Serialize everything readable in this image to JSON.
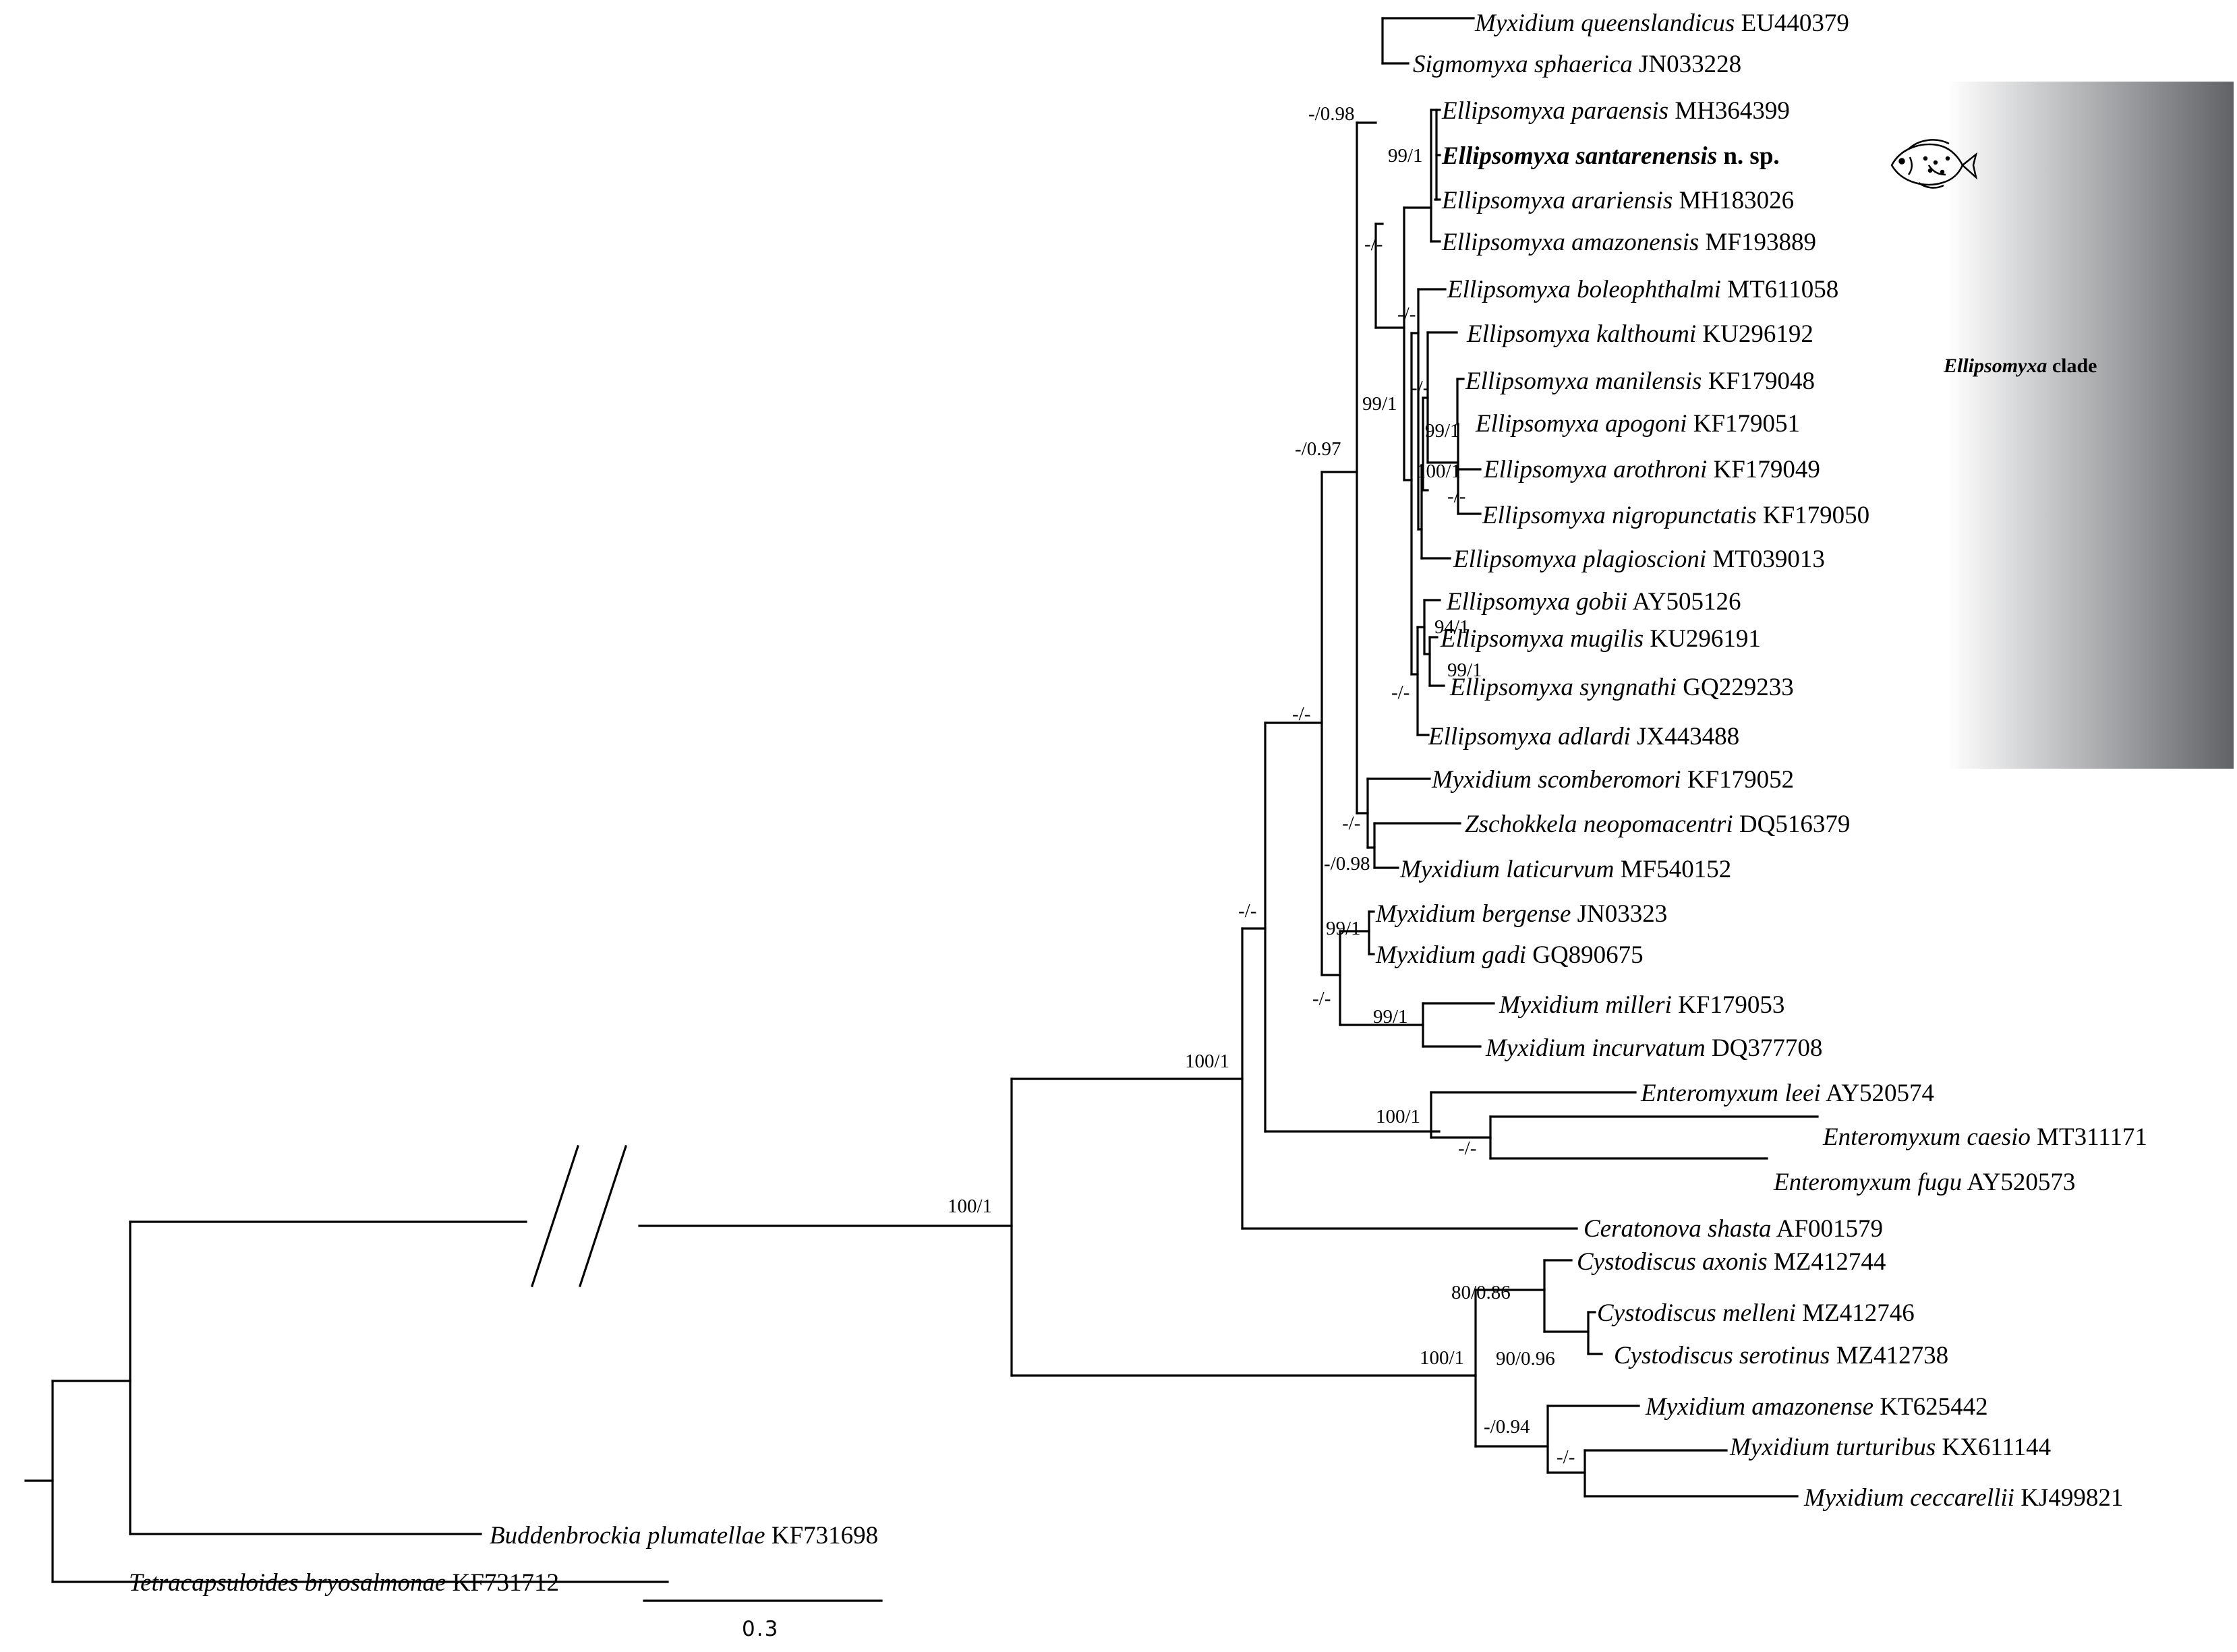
{
  "tree": {
    "taxa": {
      "queensl": {
        "species": "Myxidium queenslandicus",
        "accession": "EU440379"
      },
      "sigmo": {
        "species": "Sigmomyxa sphaerica",
        "accession": "JN033228"
      },
      "paraensis": {
        "species": "Ellipsomyxa paraensis",
        "accession": "MH364399"
      },
      "santarenensis": {
        "species": "Ellipsomyxa santarenensis",
        "accession": "n. sp."
      },
      "arariensis": {
        "species": "Ellipsomyxa arariensis",
        "accession": "MH183026"
      },
      "amazonensis": {
        "species": "Ellipsomyxa amazonensis",
        "accession": "MF193889"
      },
      "boleophthalmi": {
        "species": "Ellipsomyxa boleophthalmi",
        "accession": "MT611058"
      },
      "kalthoumi": {
        "species": "Ellipsomyxa kalthoumi",
        "accession": "KU296192"
      },
      "manilensis": {
        "species": "Ellipsomyxa manilensis",
        "accession": "KF179048"
      },
      "apogoni": {
        "species": "Ellipsomyxa apogoni",
        "accession": "KF179051"
      },
      "arothroni": {
        "species": "Ellipsomyxa arothroni",
        "accession": "KF179049"
      },
      "nigropunctatis": {
        "species": "Ellipsomyxa nigropunctatis",
        "accession": "KF179050"
      },
      "plagioscioni": {
        "species": "Ellipsomyxa plagioscioni",
        "accession": "MT039013"
      },
      "gobii": {
        "species": "Ellipsomyxa gobii",
        "accession": "AY505126"
      },
      "mugilis": {
        "species": "Ellipsomyxa mugilis",
        "accession": "KU296191"
      },
      "syngnathi": {
        "species": "Ellipsomyxa syngnathi",
        "accession": "GQ229233"
      },
      "adlardi": {
        "species": "Ellipsomyxa adlardi",
        "accession": "JX443488"
      },
      "scomberomori": {
        "species": "Myxidium scomberomori",
        "accession": "KF179052"
      },
      "zschokkela": {
        "species": "Zschokkela neopomacentri",
        "accession": "DQ516379"
      },
      "laticurvum": {
        "species": "Myxidium laticurvum",
        "accession": "MF540152"
      },
      "bergense": {
        "species": "Myxidium bergense",
        "accession": "JN03323"
      },
      "gadi": {
        "species": "Myxidium gadi",
        "accession": "GQ890675"
      },
      "milleri": {
        "species": "Myxidium milleri",
        "accession": "KF179053"
      },
      "incurvatum": {
        "species": "Myxidium incurvatum",
        "accession": "DQ377708"
      },
      "leei": {
        "species": "Enteromyxum leei",
        "accession": "AY520574"
      },
      "caesio": {
        "species": "Enteromyxum caesio",
        "accession": "MT311171"
      },
      "fugu": {
        "species": "Enteromyxum fugu",
        "accession": "AY520573"
      },
      "ceratonova": {
        "species": "Ceratonova shasta",
        "accession": "AF001579"
      },
      "axonis": {
        "species": "Cystodiscus axonis",
        "accession": "MZ412744"
      },
      "melleni": {
        "species": "Cystodiscus melleni",
        "accession": "MZ412746"
      },
      "serotinus": {
        "species": "Cystodiscus serotinus",
        "accession": "MZ412738"
      },
      "amazonense": {
        "species": "Myxidium amazonense",
        "accession": "KT625442"
      },
      "turturibus": {
        "species": "Myxidium turturibus",
        "accession": "KX611144"
      },
      "ceccarellii": {
        "species": "Myxidium ceccarellii",
        "accession": "KJ499821"
      },
      "buddenbrockia": {
        "species": "Buddenbrockia plumatellae",
        "accession": "KF731698"
      },
      "tetracapsuloides": {
        "species": "Tetracapsuloides bryosalmonae",
        "accession": "KF731712"
      }
    },
    "support": {
      "s_098_a": "-/0.98",
      "s_99_1_a": "99/1",
      "s_dash_a": "-/-",
      "s_dash_b": "-/-",
      "s_99_1_b": "99/1",
      "s_dash_c": "-/-",
      "s_99_1_c": "99/1",
      "s_100_1_a": "100/1",
      "s_dash_d": "-/-",
      "s_097": "-/0.97",
      "s_94_1": "94/1",
      "s_99_1_d": "99/1",
      "s_dash_e": "-/-",
      "s_dash_f": "-/-",
      "s_dash_g": "-/-",
      "s_098_b": "-/0.98",
      "s_99_1_e": "99/1",
      "s_dash_h": "-/-",
      "s_99_1_f": "99/1",
      "s_dash_i": "-/-",
      "s_100_1_b": "100/1",
      "s_100_1_c": "100/1",
      "s_dash_j": "-/-",
      "s_100_1_d": "100/1",
      "s_80_086": "80/0.86",
      "s_100_1_e": "100/1",
      "s_90_096": "90/0.96",
      "s_094": "-/0.94",
      "s_dash_k": "-/-"
    },
    "clade_label": {
      "genus": "Ellipsomyxa",
      "suffix": " clade"
    },
    "scale_bar": "0.3",
    "colors": {
      "clade_band_start": "#ffffff",
      "clade_band_end": "#606266",
      "branch": "#000000"
    },
    "icons": [
      "fish-icon",
      "axis-break-marks"
    ]
  }
}
